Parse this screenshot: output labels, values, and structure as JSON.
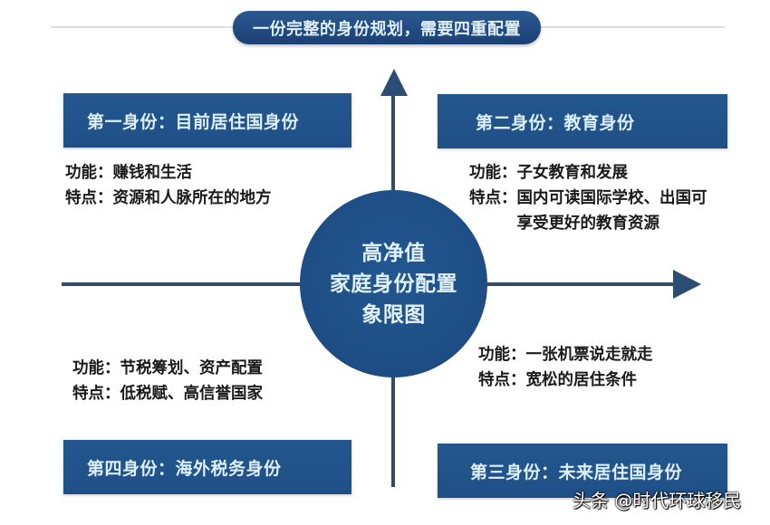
{
  "title": "一份完整的身份规划，需要四重配置",
  "center": {
    "line1": "高净值",
    "line2": "家庭身份配置",
    "line3": "象限图"
  },
  "quadrants": [
    {
      "id": 1,
      "heading": "第一身份：目前居住国身份",
      "function_label": "功能：",
      "function_value": "赚钱和生活",
      "feature_label": "特点：",
      "feature_value": "资源和人脉所在的地方"
    },
    {
      "id": 2,
      "heading": "第二身份：教育身份",
      "function_label": "功能：",
      "function_value": "子女教育和发展",
      "feature_label": "特点：",
      "feature_value": "国内可读国际学校、出国可享受更好的教育资源"
    },
    {
      "id": 3,
      "heading": "第三身份：未来居住国身份",
      "function_label": "功能：",
      "function_value": "一张机票说走就走",
      "feature_label": "特点：",
      "feature_value": "宽松的居住条件"
    },
    {
      "id": 4,
      "heading": "第四身份：海外税务身份",
      "function_label": "功能：",
      "function_value": "节税筹划、资产配置",
      "feature_label": "特点：",
      "feature_value": "低税赋、高信誉国家"
    }
  ],
  "watermark": "头条 @时代环球移民",
  "colors": {
    "box_blue": "#22538b",
    "axis": "#344a66",
    "heading_text": "#dcf0fb",
    "body_text": "#1a1a1a"
  }
}
